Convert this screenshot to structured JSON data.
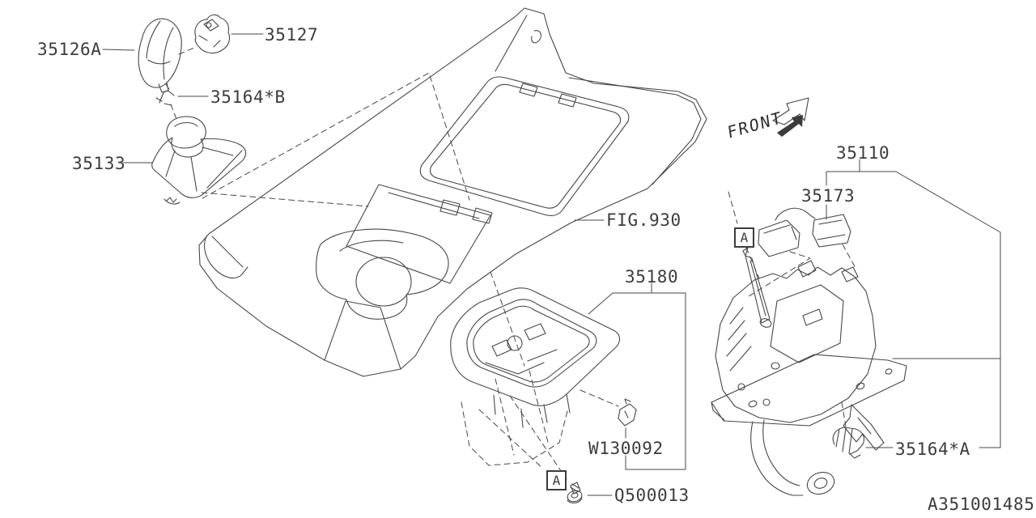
{
  "diagram": {
    "code": "A351001485",
    "figure_ref": "FIG.930",
    "front_indicator": "FRONT",
    "detail_marker": "A"
  },
  "part_labels": {
    "shift_knob": "35126A",
    "knob_button": "35127",
    "clip_upper": "35164*B",
    "shift_boot": "35133",
    "selector_assembly": "35110",
    "connector": "35173",
    "indicator_plate": "35180",
    "snap_clip": "W130092",
    "screw": "Q500013",
    "clip_lower": "35164*A"
  }
}
